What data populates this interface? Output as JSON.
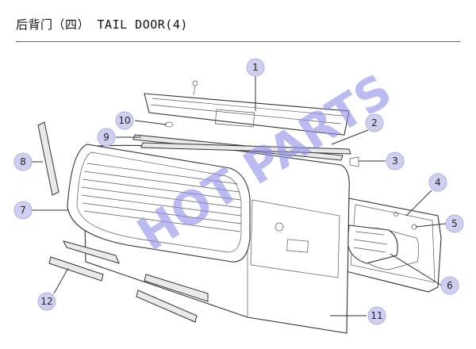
{
  "header": {
    "title": "后背门（四） TAIL DOOR(4)"
  },
  "watermark": {
    "text": "HOT PARTS",
    "color": "#8e8ee8"
  },
  "callouts": [
    "1",
    "2",
    "3",
    "4",
    "5",
    "6",
    "7",
    "8",
    "9",
    "10",
    "11",
    "12"
  ],
  "colors": {
    "callout_fill": "#cfd0f0",
    "line": "#333333"
  }
}
